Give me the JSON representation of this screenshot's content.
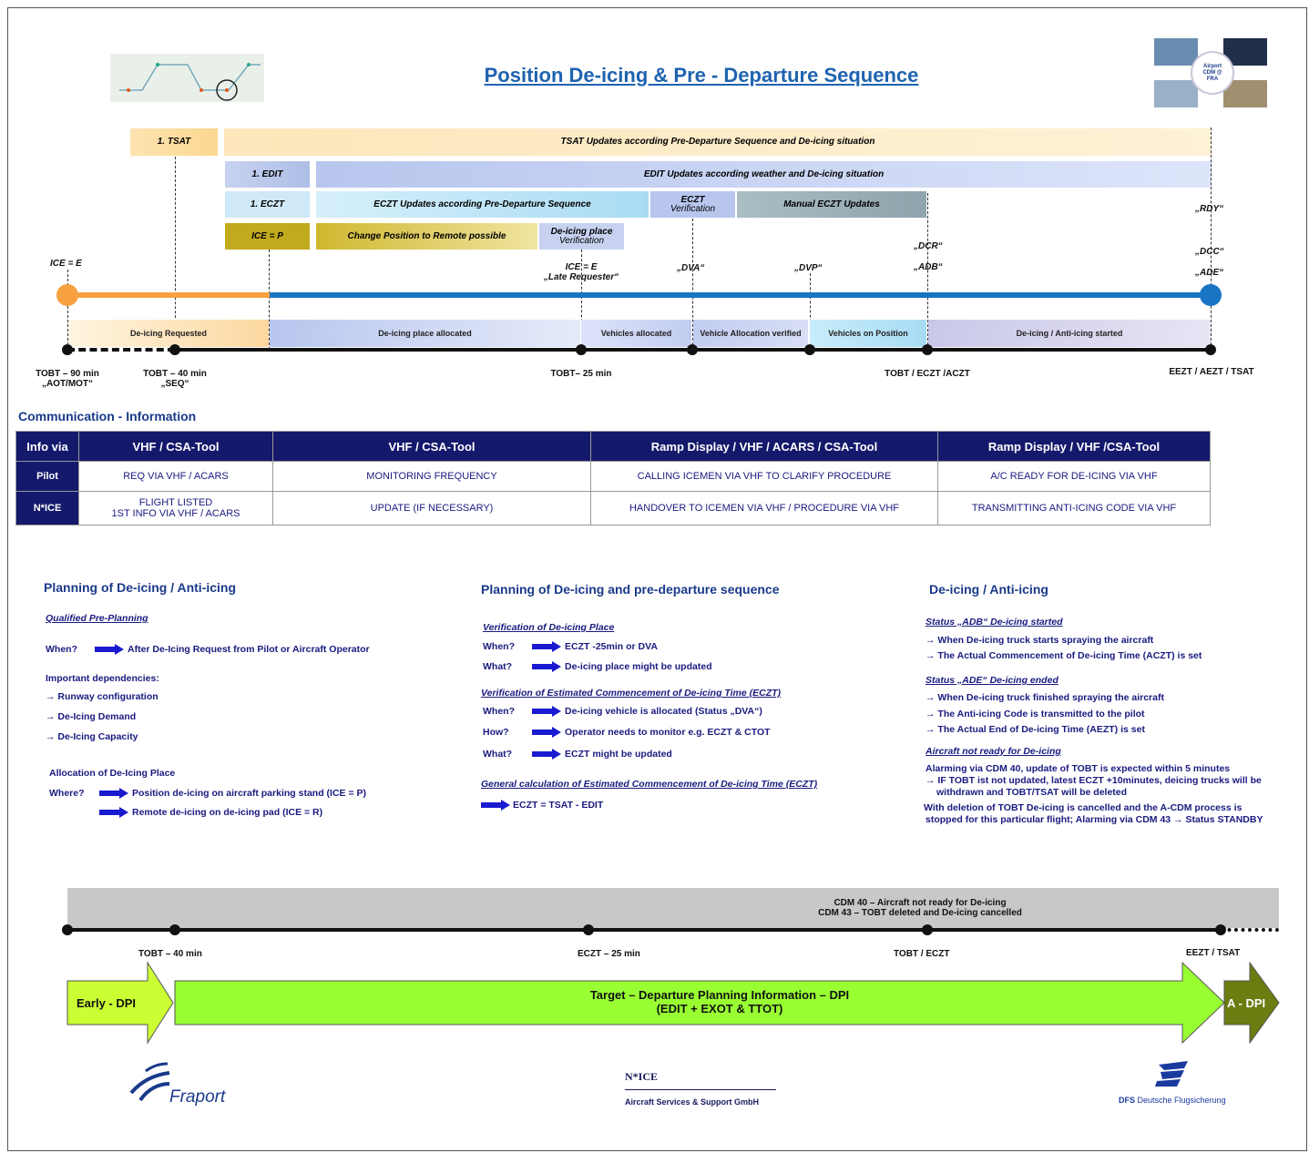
{
  "title": "Position De-icing & Pre - Departure Sequence",
  "top_bars": {
    "tsat_first": "1. TSAT",
    "tsat_updates": "TSAT Updates according Pre-Departure Sequence and De-icing situation",
    "edit_first": "1. EDIT",
    "edit_updates": "EDIT Updates according weather and De-icing situation",
    "eczt_first": "1. ECZT",
    "eczt_updates": "ECZT Updates according Pre-Departure Sequence",
    "eczt_verif_1": "ECZT",
    "eczt_verif_2": "Verification",
    "manual_eczt": "Manual ECZT Updates",
    "ice_p": "ICE = P",
    "change_pos": "Change Position to Remote possible",
    "place_verif_1": "De-icing place",
    "place_verif_2": "Verification"
  },
  "logo_text": {
    "airport_cdm": "Airport CDM @ FRA"
  },
  "markers": {
    "ice_e": "ICE = E",
    "ice_e_late_1": "ICE = E",
    "ice_e_late_2": "„Late Requester“",
    "dva": "„DVA“",
    "dvp": "„DVP“",
    "dcr": "„DCR“",
    "adb": "„ADB“",
    "rdy": "„RDY“",
    "dcc": "„DCC“",
    "ade": "„ADE“"
  },
  "phases": {
    "p1": "De-icing Requested",
    "p2": "De-icing place allocated",
    "p3": "Vehicles allocated",
    "p4": "Vehicle Allocation verified",
    "p5": "Vehicles on Position",
    "p6": "De-icing / Anti-icing started"
  },
  "timeline": {
    "t1a": "TOBT – 90 min",
    "t1b": "„AOT/MOT“",
    "t2a": "TOBT – 40 min",
    "t2b": "„SEQ“",
    "t3": "TOBT– 25 min",
    "t4": "TOBT / ECZT /ACZT",
    "t5": "EEZT / AEZT / TSAT"
  },
  "comm": {
    "heading": "Communication - Information",
    "headers": [
      "Info via",
      "VHF / CSA-Tool",
      "VHF / CSA-Tool",
      "Ramp Display / VHF / ACARS / CSA-Tool",
      "Ramp Display / VHF /CSA-Tool"
    ],
    "pilot": {
      "label": "Pilot",
      "cells": [
        "REQ VIA VHF / ACARS",
        "MONITORING FREQUENCY",
        "CALLING ICEMEN VIA VHF TO CLARIFY PROCEDURE",
        "A/C READY FOR DE-ICING VIA VHF"
      ]
    },
    "nice": {
      "label": "N*ICE",
      "c1a": "FLIGHT LISTED",
      "c1b": "1ST INFO VIA VHF / ACARS",
      "cells": [
        "UPDATE (IF NECESSARY)",
        "HANDOVER TO ICEMEN VIA VHF /  PROCEDURE VIA VHF",
        "TRANSMITTING ANTI-ICING CODE VIA VHF"
      ]
    }
  },
  "col1": {
    "heading": "Planning of De-icing / Anti-icing",
    "sub1": "Qualified Pre-Planning",
    "when_k": "When?",
    "when_v": "After De-Icing Request from Pilot or Aircraft Operator",
    "dep_head": "Important dependencies:",
    "dep1": "→ Runway configuration",
    "dep2": "→ De-Icing Demand",
    "dep3": "→ De-Icing Capacity",
    "alloc_head": "Allocation of De-Icing Place",
    "where_k": "Where?",
    "where_v1": "Position de-icing on aircraft parking stand (ICE = P)",
    "where_v2": "Remote de-icing on de-icing pad (ICE = R)"
  },
  "col2": {
    "heading": "Planning of De-icing and pre-departure sequence",
    "sub1": "Verification of De-icing Place",
    "w1k": "When?",
    "w1v": "ECZT -25min or DVA",
    "w2k": "What?",
    "w2v": "De-icing place might be updated",
    "sub2": "Verification of Estimated Commencement of De-icing Time (ECZT)",
    "w3k": "When?",
    "w3v": "De-icing vehicle is allocated (Status „DVA“)",
    "w4k": "How?",
    "w4v": "Operator needs to monitor e.g. ECZT & CTOT",
    "w5k": "What?",
    "w5v": "ECZT might be updated",
    "sub3": "General calculation of Estimated Commencement of De-icing Time (ECZT)",
    "formula": "ECZT = TSAT - EDIT"
  },
  "col3": {
    "heading": "De-icing / Anti-icing",
    "sub1": "Status „ADB“ De-icing started",
    "a1": "→ When De-icing truck starts spraying the aircraft",
    "a2": "→ The Actual Commencement of De-icing Time (ACZT) is set",
    "sub2": "Status „ADE“ De-icing ended",
    "b1": "→ When De-icing truck finished spraying the aircraft",
    "b2": "→ The Anti-icing Code is transmitted to the pilot",
    "b3": "→ The Actual End of De-icing Time (AEZT) is set",
    "sub3": "Aircraft not ready for De-icing",
    "c1": "Alarming via CDM 40, update of TOBT is expected within 5 minutes",
    "c2": "→ IF TOBT ist not updated, latest ECZT +10minutes, deicing trucks will be",
    "c3": "withdrawn and TOBT/TSAT will be deleted",
    "c4": "With deletion of TOBT De-icing is cancelled and the A-CDM process is",
    "c5": "stopped for this particular flight; Alarming via CDM 43 → Status STANDBY"
  },
  "lower": {
    "cdm40": "CDM 40 – Aircraft not ready for De-icing",
    "cdm43": "CDM 43 – TOBT deleted and De-icing cancelled",
    "t1": "TOBT – 40 min",
    "t2": "ECZT – 25 min",
    "t3": "TOBT / ECZT",
    "t4": "EEZT / TSAT",
    "early": "Early - DPI",
    "target1": "Target – Departure Planning Information – DPI",
    "target2": "(EDIT + EXOT & TTOT)",
    "adpi": "A - DPI"
  },
  "footer": {
    "fraport": "Fraport",
    "nice_logo": "N*ICE",
    "nice_sub": "Aircraft Services & Support GmbH",
    "dfs_bold": "DFS",
    "dfs_rest": "Deutsche Flugsicherung"
  },
  "colors": {
    "title_blue": "#1f63b0",
    "navy": "#14196b",
    "orange": "#f7a040",
    "timeline_blue": "#1a74c4",
    "green": "#99ff33",
    "dark_olive": "#6b7c10"
  }
}
